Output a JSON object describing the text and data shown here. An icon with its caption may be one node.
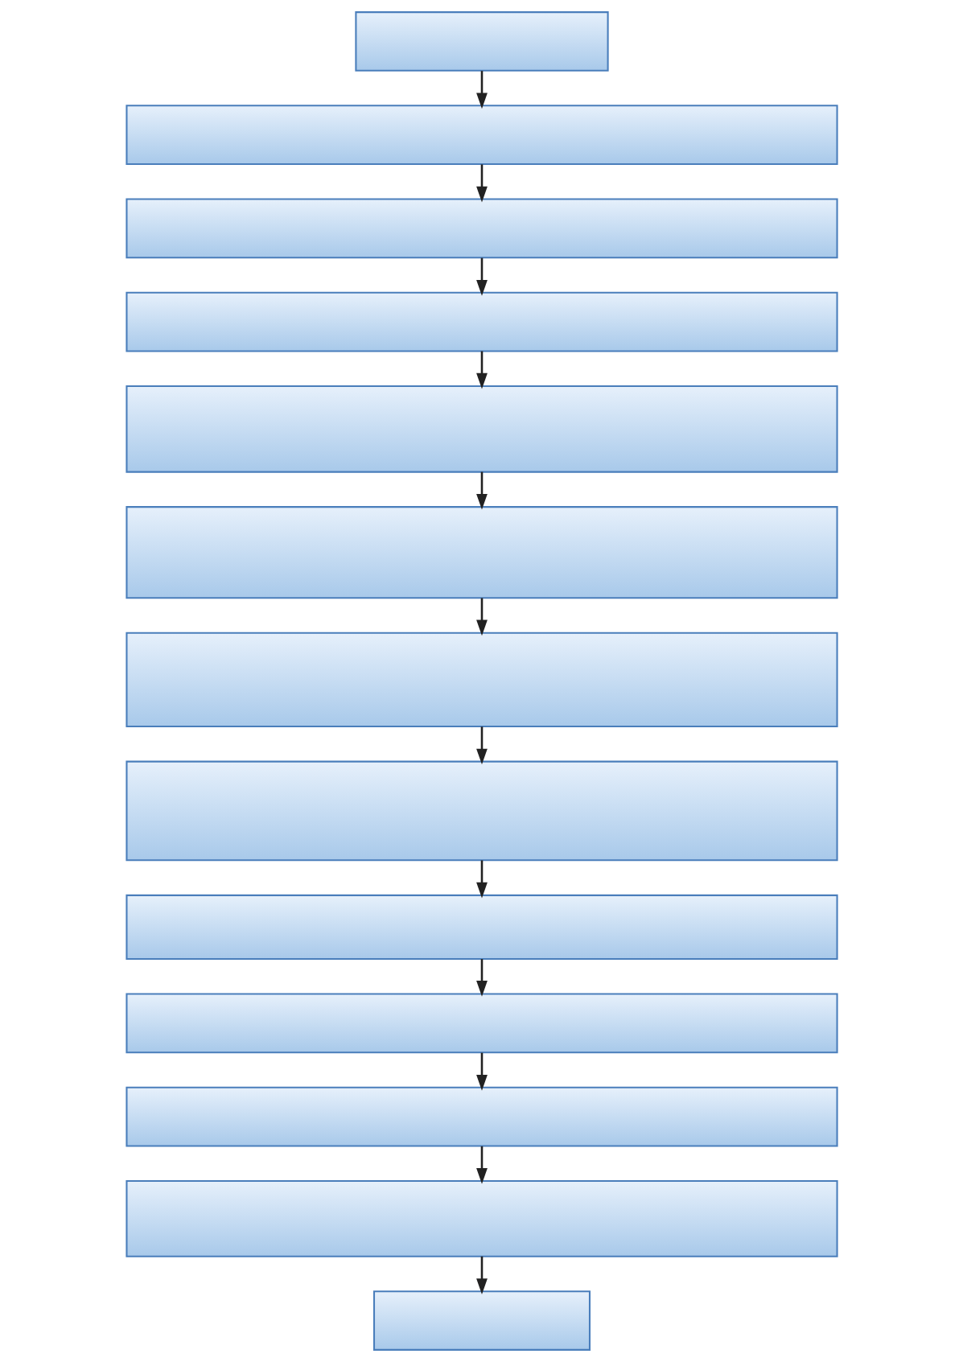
{
  "diagram": {
    "nodes": [
      {
        "text": [],
        "shape": "box"
      },
      {
        "text": [],
        "shape": "box"
      },
      {
        "text": [],
        "shape": "box"
      },
      {
        "text": [],
        "shape": "box"
      },
      {
        "text": [],
        "shape": "box"
      },
      {
        "text": [],
        "shape": "box"
      },
      {
        "text": [],
        "shape": "box"
      },
      {
        "text": [],
        "shape": "box"
      },
      {
        "text": [],
        "shape": "box"
      },
      {
        "text": [],
        "shape": "box"
      },
      {
        "text": [],
        "shape": "box"
      },
      {
        "text": [],
        "shape": "box"
      },
      {
        "text": [],
        "shape": "box"
      }
    ],
    "edges": [
      {
        "from": 0,
        "to": 1,
        "arrow": "to"
      },
      {
        "from": 1,
        "to": 2,
        "arrow": "to"
      },
      {
        "from": 2,
        "to": 3,
        "arrow": "to"
      },
      {
        "from": 3,
        "to": 4,
        "arrow": "to"
      },
      {
        "from": 4,
        "to": 5,
        "arrow": "to"
      },
      {
        "from": 5,
        "to": 6,
        "arrow": "to"
      },
      {
        "from": 6,
        "to": 7,
        "arrow": "to"
      },
      {
        "from": 7,
        "to": 8,
        "arrow": "to"
      },
      {
        "from": 8,
        "to": 9,
        "arrow": "to"
      },
      {
        "from": 9,
        "to": 10,
        "arrow": "to"
      },
      {
        "from": 10,
        "to": 11,
        "arrow": "to"
      },
      {
        "from": 11,
        "to": 12,
        "arrow": "to"
      }
    ]
  }
}
